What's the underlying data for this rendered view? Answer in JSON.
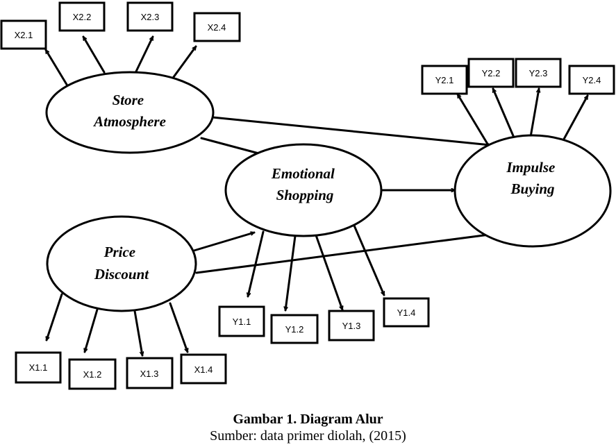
{
  "constructs": {
    "store_atmosphere": [
      "Store",
      "Atmosphere"
    ],
    "price_discount": [
      "Price",
      "Discount"
    ],
    "emotional_shopping": [
      "Emotional",
      "Shopping"
    ],
    "impulse_buying": [
      "Impulse",
      "Buying"
    ]
  },
  "indicators": {
    "x2_1": "X2.1",
    "x2_2": "X2.2",
    "x2_3": "X2.3",
    "x2_4": "X2.4",
    "y2_1": "Y2.1",
    "y2_2": "Y2.2",
    "y2_3": "Y2.3",
    "y2_4": "Y2.4",
    "y1_1": "Y1.1",
    "y1_2": "Y1.2",
    "y1_3": "Y1.3",
    "y1_4": "Y1.4",
    "x1_1": "X1.1",
    "x1_2": "X1.2",
    "x1_3": "X1.3",
    "x1_4": "X1.4"
  },
  "caption": {
    "title": "Gambar 1. Diagram Alur",
    "source": "Sumber: data primer diolah, (2015)"
  }
}
